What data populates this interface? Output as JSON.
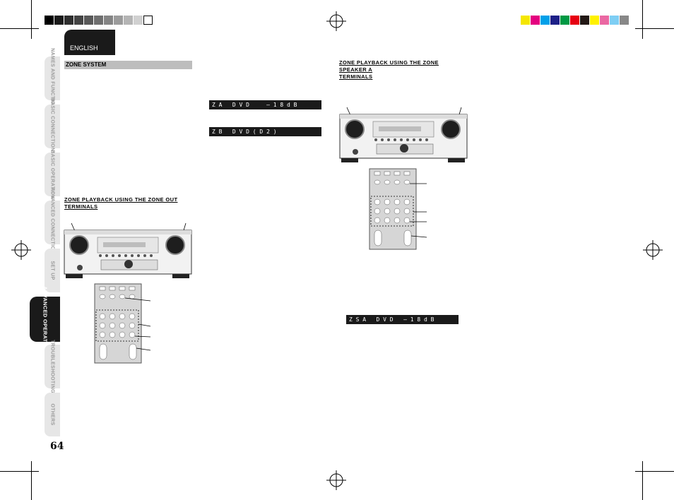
{
  "header": {
    "language_tab": "ENGLISH"
  },
  "side_tabs": [
    {
      "label": "NAMES AND FUNCTION",
      "active": false
    },
    {
      "label": "BASIC CONNECTIONS",
      "active": false
    },
    {
      "label": "BASIC OPERATION",
      "active": false
    },
    {
      "label": "ADVANCED CONNECTIONS",
      "active": false
    },
    {
      "label": "SET UP",
      "active": false
    },
    {
      "label": "ADVANCED OPERATION",
      "active": true
    },
    {
      "label": "TROUBLESHOOTING",
      "active": false
    },
    {
      "label": "OTHERS",
      "active": false
    }
  ],
  "left_column": {
    "section_title": "ZONE SYSTEM",
    "zone_out_heading_line1": "ZONE PLAYBACK USING THE ZONE OUT",
    "zone_out_heading_line2": "TERMINALS"
  },
  "middle_column": {
    "display_1": "Z A   D V D     – 1 8 d B",
    "display_2": "Z B   D V D ( D 2 )"
  },
  "right_column": {
    "speaker_heading_line1": "ZONE PLAYBACK USING THE ZONE SPEAKER A",
    "speaker_heading_line2": "TERMINALS",
    "display_3": "Z S A   D V D   – 1 8 d B"
  },
  "footer": {
    "page_number": "64"
  },
  "colors": {
    "gray_scale": [
      "#000000",
      "#1a1a1a",
      "#2e2e2e",
      "#434343",
      "#585858",
      "#6e6e6e",
      "#848484",
      "#9b9b9b",
      "#b4b4b4",
      "#ffffff"
    ],
    "color_bar": [
      "#f5e600",
      "#e4007f",
      "#00a0e9",
      "#1d2088",
      "#009944",
      "#e60012",
      "#231815",
      "#fff100",
      "#ea68a2",
      "#7ecef4",
      "#c9a0dc",
      "#888888"
    ]
  }
}
